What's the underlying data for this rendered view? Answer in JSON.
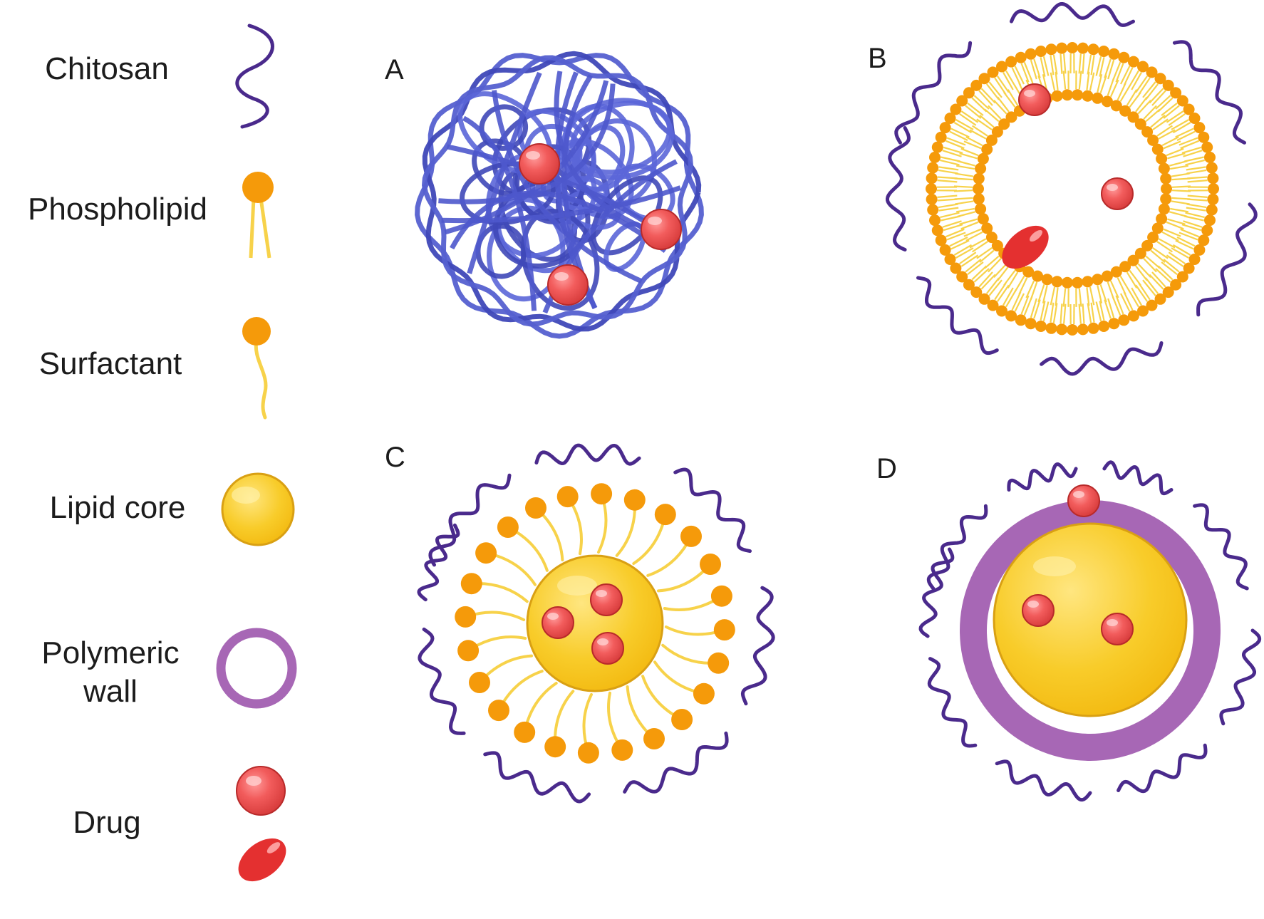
{
  "legend": {
    "items": [
      {
        "key": "chitosan",
        "label": "Chitosan"
      },
      {
        "key": "phospholipid",
        "label": "Phospholipid"
      },
      {
        "key": "surfactant",
        "label": "Surfactant"
      },
      {
        "key": "lipid_core",
        "label": "Lipid core"
      },
      {
        "key": "polymeric_wall",
        "label_line1": "Polymeric",
        "label_line2": "wall"
      },
      {
        "key": "drug",
        "label": "Drug"
      }
    ]
  },
  "panels": {
    "a": {
      "letter": "A"
    },
    "b": {
      "letter": "B"
    },
    "c": {
      "letter": "C"
    },
    "d": {
      "letter": "D"
    }
  },
  "colors": {
    "chitosan": "#4a2a8c",
    "polymer_network": "#5560d0",
    "phospholipid_head": "#f59a0a",
    "tail": "#f7d24a",
    "lipid_core": "#f7c520",
    "polymeric_wall": "#a767b5",
    "drug_sphere": "#f05a5a",
    "drug_oval": "#e43030"
  }
}
